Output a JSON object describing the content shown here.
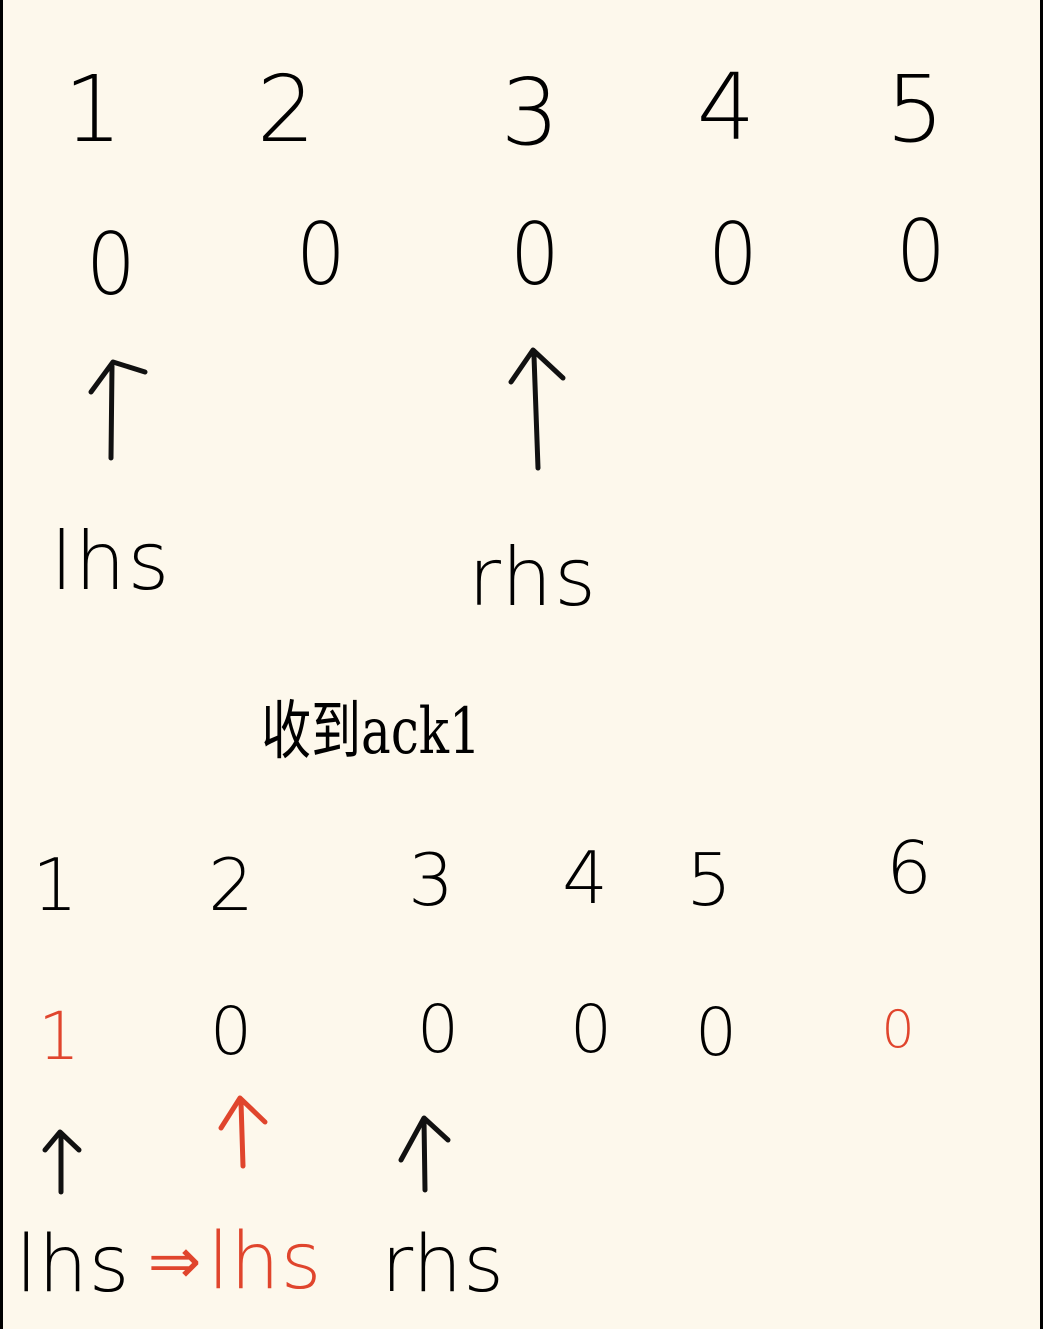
{
  "colors": {
    "ink": "#111111",
    "highlight": "#e0452d",
    "background": "#fdf8ec"
  },
  "before": {
    "indices": [
      "1",
      "2",
      "3",
      "4",
      "5"
    ],
    "ack_flags": [
      "0",
      "0",
      "0",
      "0",
      "0"
    ],
    "lhs_label": "lhs",
    "rhs_label": "rhs"
  },
  "note": "收到ack1",
  "after": {
    "indices": [
      "1",
      "2",
      "3",
      "4",
      "5",
      "6"
    ],
    "ack_flags": [
      "1",
      "0",
      "0",
      "0",
      "0",
      "0"
    ],
    "lhs_old_label": "lhs",
    "transition": "⇒",
    "lhs_new_label": "lhs",
    "rhs_label": "rhs"
  }
}
